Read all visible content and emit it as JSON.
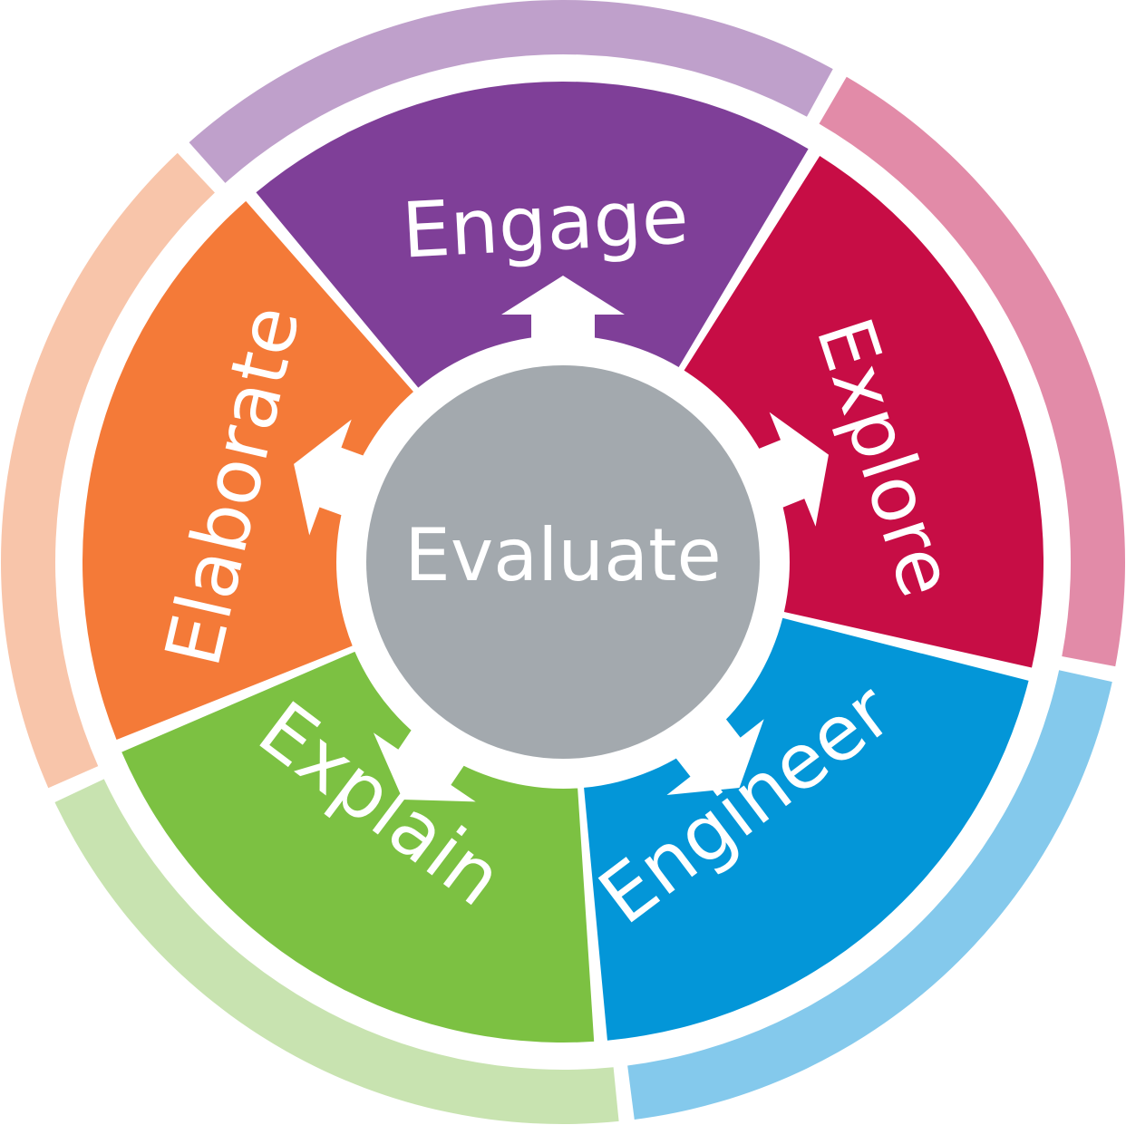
{
  "center": {
    "label": "Evaluate",
    "color": "#a3a9ae"
  },
  "phases": [
    {
      "label": "Engage",
      "color": "#7f3f98",
      "light": "#bfa0cb"
    },
    {
      "label": "Explore",
      "color": "#c70d45",
      "light": "#e28ba8"
    },
    {
      "label": "Engineer",
      "color": "#0396d8",
      "light": "#84c9ec"
    },
    {
      "label": "Explain",
      "color": "#7cc142",
      "light": "#c8e3b0"
    },
    {
      "label": "Elaborate",
      "color": "#f47a38",
      "light": "#f8c5aa"
    }
  ]
}
